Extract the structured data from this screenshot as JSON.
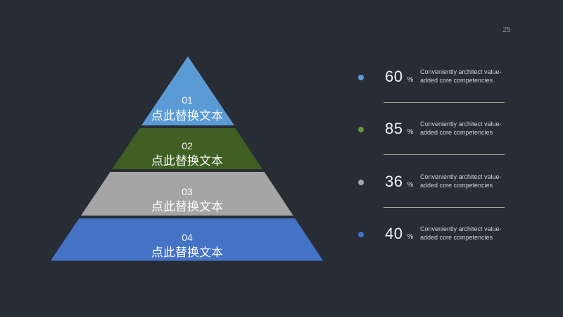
{
  "slide": {
    "background_color": "#282C35",
    "page_number": "25"
  },
  "pyramid": {
    "levels": [
      {
        "number": "01",
        "label": "点此替换文本",
        "color": "#5B9BD5"
      },
      {
        "number": "02",
        "label": "点此替换文本",
        "color": "#3F5F23"
      },
      {
        "number": "03",
        "label": "点此替换文本",
        "color": "#A5A5A5"
      },
      {
        "number": "04",
        "label": "点此替换文本",
        "color": "#4472C4"
      }
    ]
  },
  "stats": [
    {
      "value": "60",
      "unit": "%",
      "desc_line1": "Conveniently architect value-",
      "desc_line2": "added core competencies",
      "dot_color": "#5B9BD5"
    },
    {
      "value": "85",
      "unit": "%",
      "desc_line1": "Conveniently architect value-",
      "desc_line2": "added core competencies",
      "dot_color": "#66953F"
    },
    {
      "value": "36",
      "unit": "%",
      "desc_line1": "Conveniently architect value-",
      "desc_line2": "added core competencies",
      "dot_color": "#A6A6A6"
    },
    {
      "value": "40",
      "unit": "%",
      "desc_line1": "Conveniently architect value-",
      "desc_line2": "added core competencies",
      "dot_color": "#4472C4"
    }
  ]
}
